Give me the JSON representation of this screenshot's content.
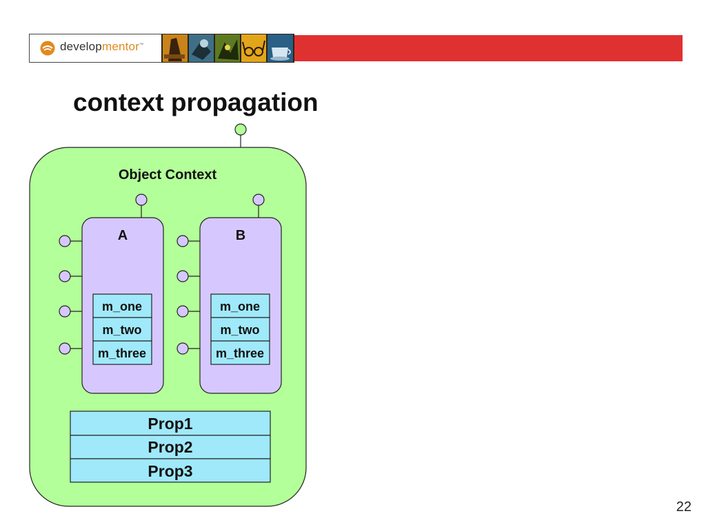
{
  "header": {
    "logo_text_part1": "develop",
    "logo_text_part2": "mentor",
    "logo_tm": "™",
    "brand_color": "#e03131",
    "logo_accent": "#e08a1e"
  },
  "slide": {
    "title": "context propagation",
    "page_number": "22"
  },
  "diagram": {
    "context_label": "Object Context",
    "objects": [
      {
        "name": "A",
        "methods": [
          "m_one",
          "m_two",
          "m_three"
        ]
      },
      {
        "name": "B",
        "methods": [
          "m_one",
          "m_two",
          "m_three"
        ]
      }
    ],
    "properties": [
      "Prop1",
      "Prop2",
      "Prop3"
    ],
    "colors": {
      "context_fill": "#b3ff99",
      "object_fill": "#d6c8ff",
      "method_fill": "#9fe9fa",
      "property_fill": "#9fe9fa",
      "context_port": "#b3ff99",
      "object_port": "#d6c8ff"
    }
  }
}
